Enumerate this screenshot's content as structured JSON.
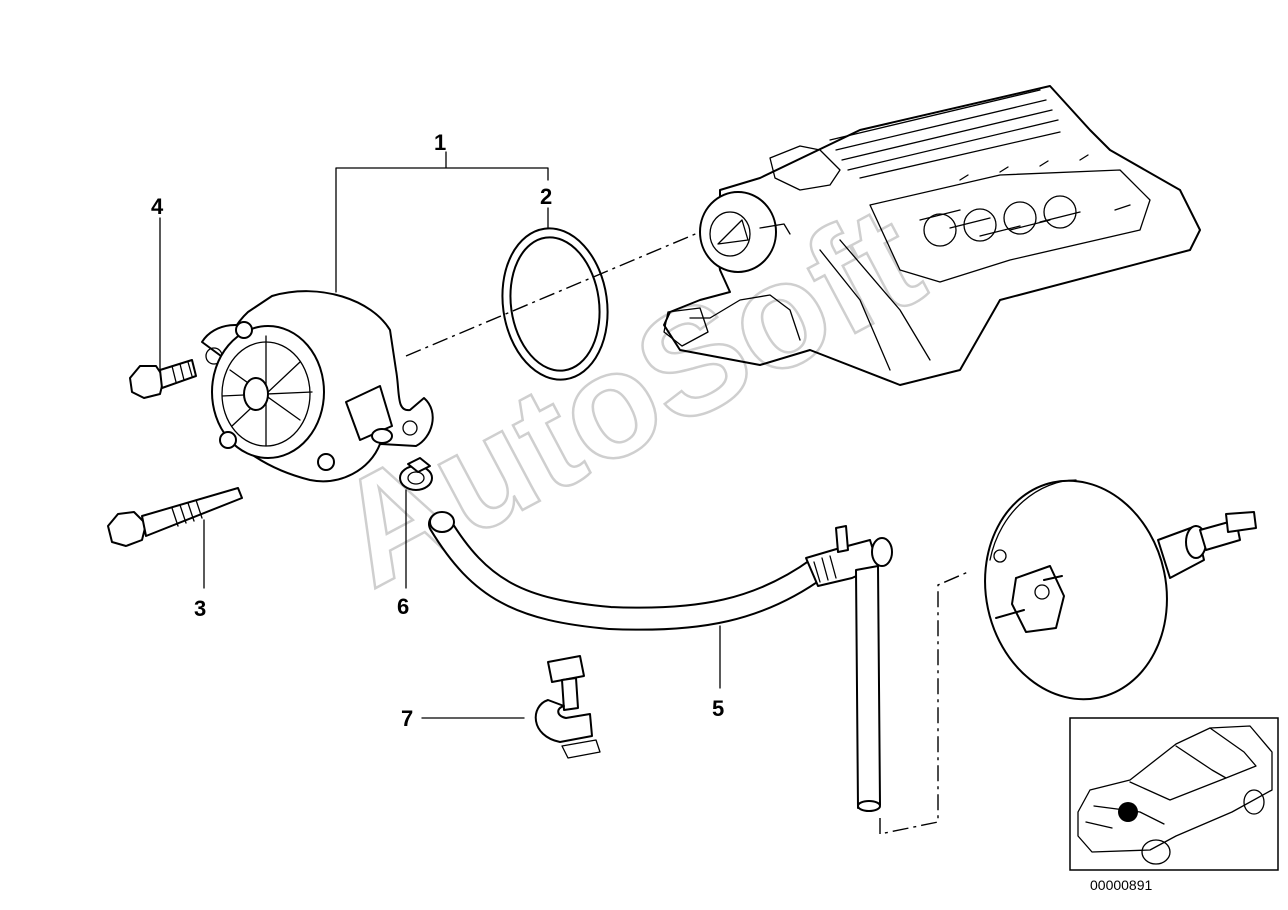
{
  "callouts": [
    {
      "id": "1",
      "label": "1"
    },
    {
      "id": "2",
      "label": "2"
    },
    {
      "id": "3",
      "label": "3"
    },
    {
      "id": "4",
      "label": "4"
    },
    {
      "id": "5",
      "label": "5"
    },
    {
      "id": "6",
      "label": "6"
    },
    {
      "id": "7",
      "label": "7"
    }
  ],
  "watermark": "AutoSoft",
  "inset": {
    "code": "00000891"
  }
}
